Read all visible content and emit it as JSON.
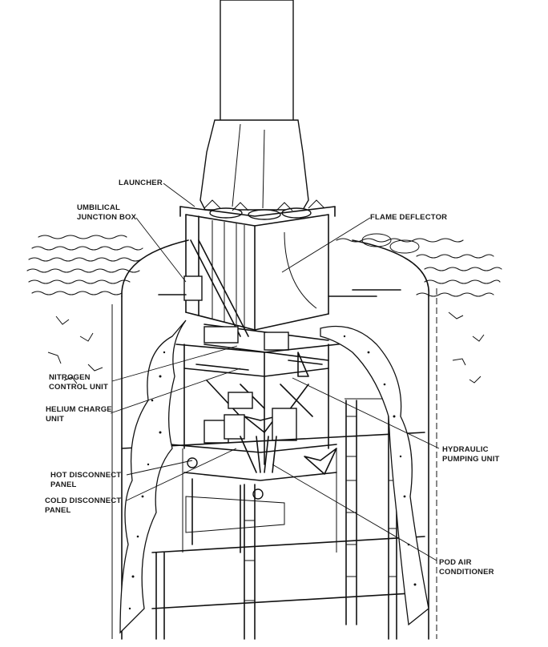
{
  "labels": {
    "launcher": "LAUNCHER",
    "umbilical_1": "UMBILICAL",
    "umbilical_2": "JUNCTION BOX",
    "flame_deflector": "FLAME DEFLECTOR",
    "nitrogen_1": "NITROGEN",
    "nitrogen_2": "CONTROL UNIT",
    "helium_1": "HELIUM CHARGE",
    "helium_2": "UNIT",
    "hydraulic_1": "HYDRAULIC",
    "hydraulic_2": "PUMPING UNIT",
    "hot_1": "HOT DISCONNECT",
    "hot_2": "PANEL",
    "cold_1": "COLD DISCONNECT",
    "cold_2": "PANEL",
    "pod_1": "POD AIR",
    "pod_2": "CONDITIONER"
  }
}
